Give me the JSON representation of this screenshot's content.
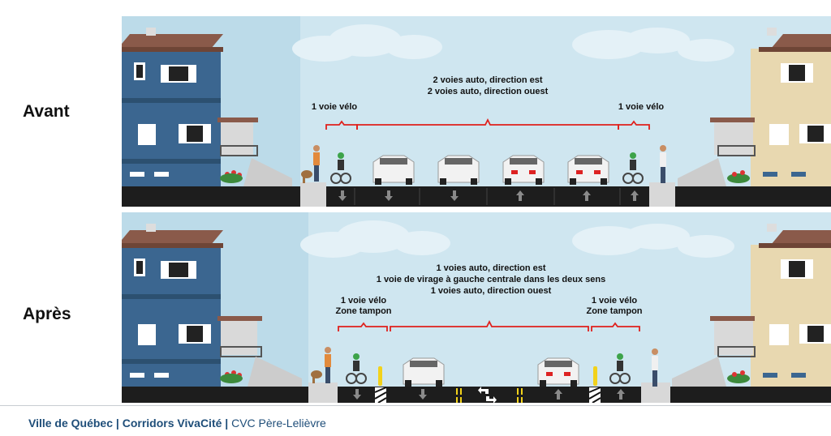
{
  "labels": {
    "before": "Avant",
    "after": "Après"
  },
  "before": {
    "bike_left": "1 voie vélo",
    "bike_right": "1 voie vélo",
    "auto_line1": "2 voies auto, direction est",
    "auto_line2": "2 voies auto, direction ouest"
  },
  "after": {
    "bike_left_line1": "1 voie vélo",
    "bike_left_line2": "Zone tampon",
    "bike_right_line1": "1 voie vélo",
    "bike_right_line2": "Zone tampon",
    "center_line1": "1 voies auto, direction est",
    "center_line2": "1 voie de virage à gauche centrale dans les deux sens",
    "center_line3": "1 voies auto, direction ouest"
  },
  "footer": {
    "org": "Ville de Québec",
    "separator1": " | ",
    "program": "Corridors VivaCité",
    "separator2": " | ",
    "project": "CVC Père-Lelièvre"
  },
  "colors": {
    "sky": "#cfe6f0",
    "house_left": "#3b6690",
    "house_right": "#e8d8b0",
    "roof": "#8a5a4a",
    "asphalt": "#1d1d1d",
    "bracket": "#e0201c",
    "footer_text": "#1f4e79"
  }
}
